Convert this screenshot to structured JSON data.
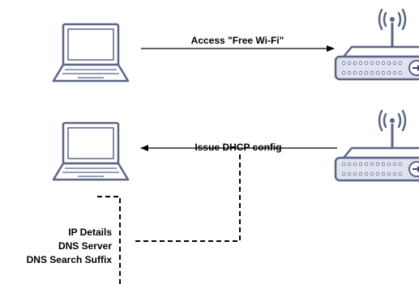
{
  "arrows": {
    "top_label": "Access \"Free Wi-Fi\"",
    "middle_label": "Issue DHCP config"
  },
  "config_items": [
    "IP Details",
    "DNS Server",
    "DNS Search Suffix"
  ],
  "icons": {
    "laptop": "laptop-icon",
    "router": "wifi-router-icon"
  },
  "colors": {
    "device_stroke": "#5b6585",
    "device_fill": "#ffffff",
    "router_base": "#dfe3ef",
    "accent": "#3a4473",
    "line": "#000000"
  }
}
